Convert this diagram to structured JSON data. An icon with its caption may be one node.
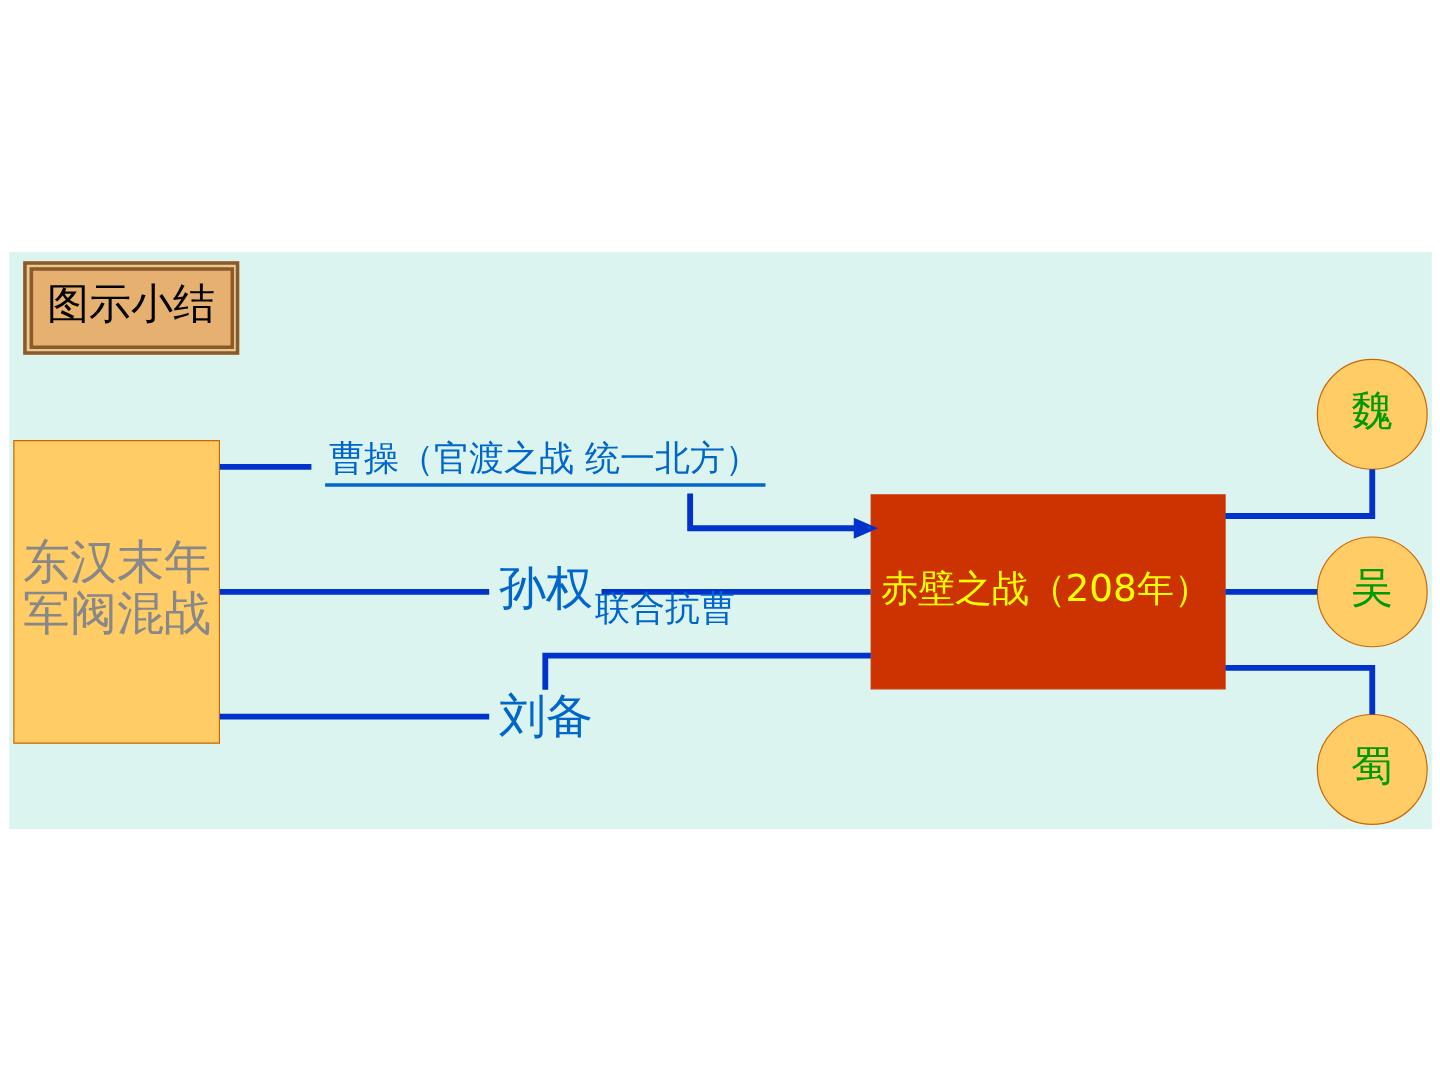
{
  "diagram": {
    "title": "图示小结",
    "nodes": [
      {
        "text": [
          "东汉末年",
          "军阀混战"
        ]
      },
      {
        "text": [
          "曹操（官渡之战 统一北方）"
        ]
      },
      {
        "text": [
          "孙权"
        ]
      },
      {
        "text": [
          "刘备"
        ]
      },
      {
        "text": [
          "赤壁之战（208年）"
        ]
      },
      {
        "text": [
          "魏"
        ]
      },
      {
        "text": [
          "吴"
        ]
      },
      {
        "text": [
          "蜀"
        ]
      }
    ],
    "edges": [
      {
        "from": 0,
        "to": 1,
        "arrow": "none"
      },
      {
        "from": 0,
        "to": 2,
        "arrow": "none"
      },
      {
        "from": 0,
        "to": 3,
        "arrow": "none"
      },
      {
        "from": 1,
        "to": 4,
        "arrow": "to"
      },
      {
        "from": 2,
        "to": 4,
        "arrow": "none",
        "label": "联合抗曹"
      },
      {
        "from": 3,
        "to": 4,
        "arrow": "none"
      },
      {
        "from": 4,
        "to": 5,
        "arrow": "none"
      },
      {
        "from": 4,
        "to": 6,
        "arrow": "none"
      },
      {
        "from": 4,
        "to": 7,
        "arrow": "none"
      }
    ]
  }
}
